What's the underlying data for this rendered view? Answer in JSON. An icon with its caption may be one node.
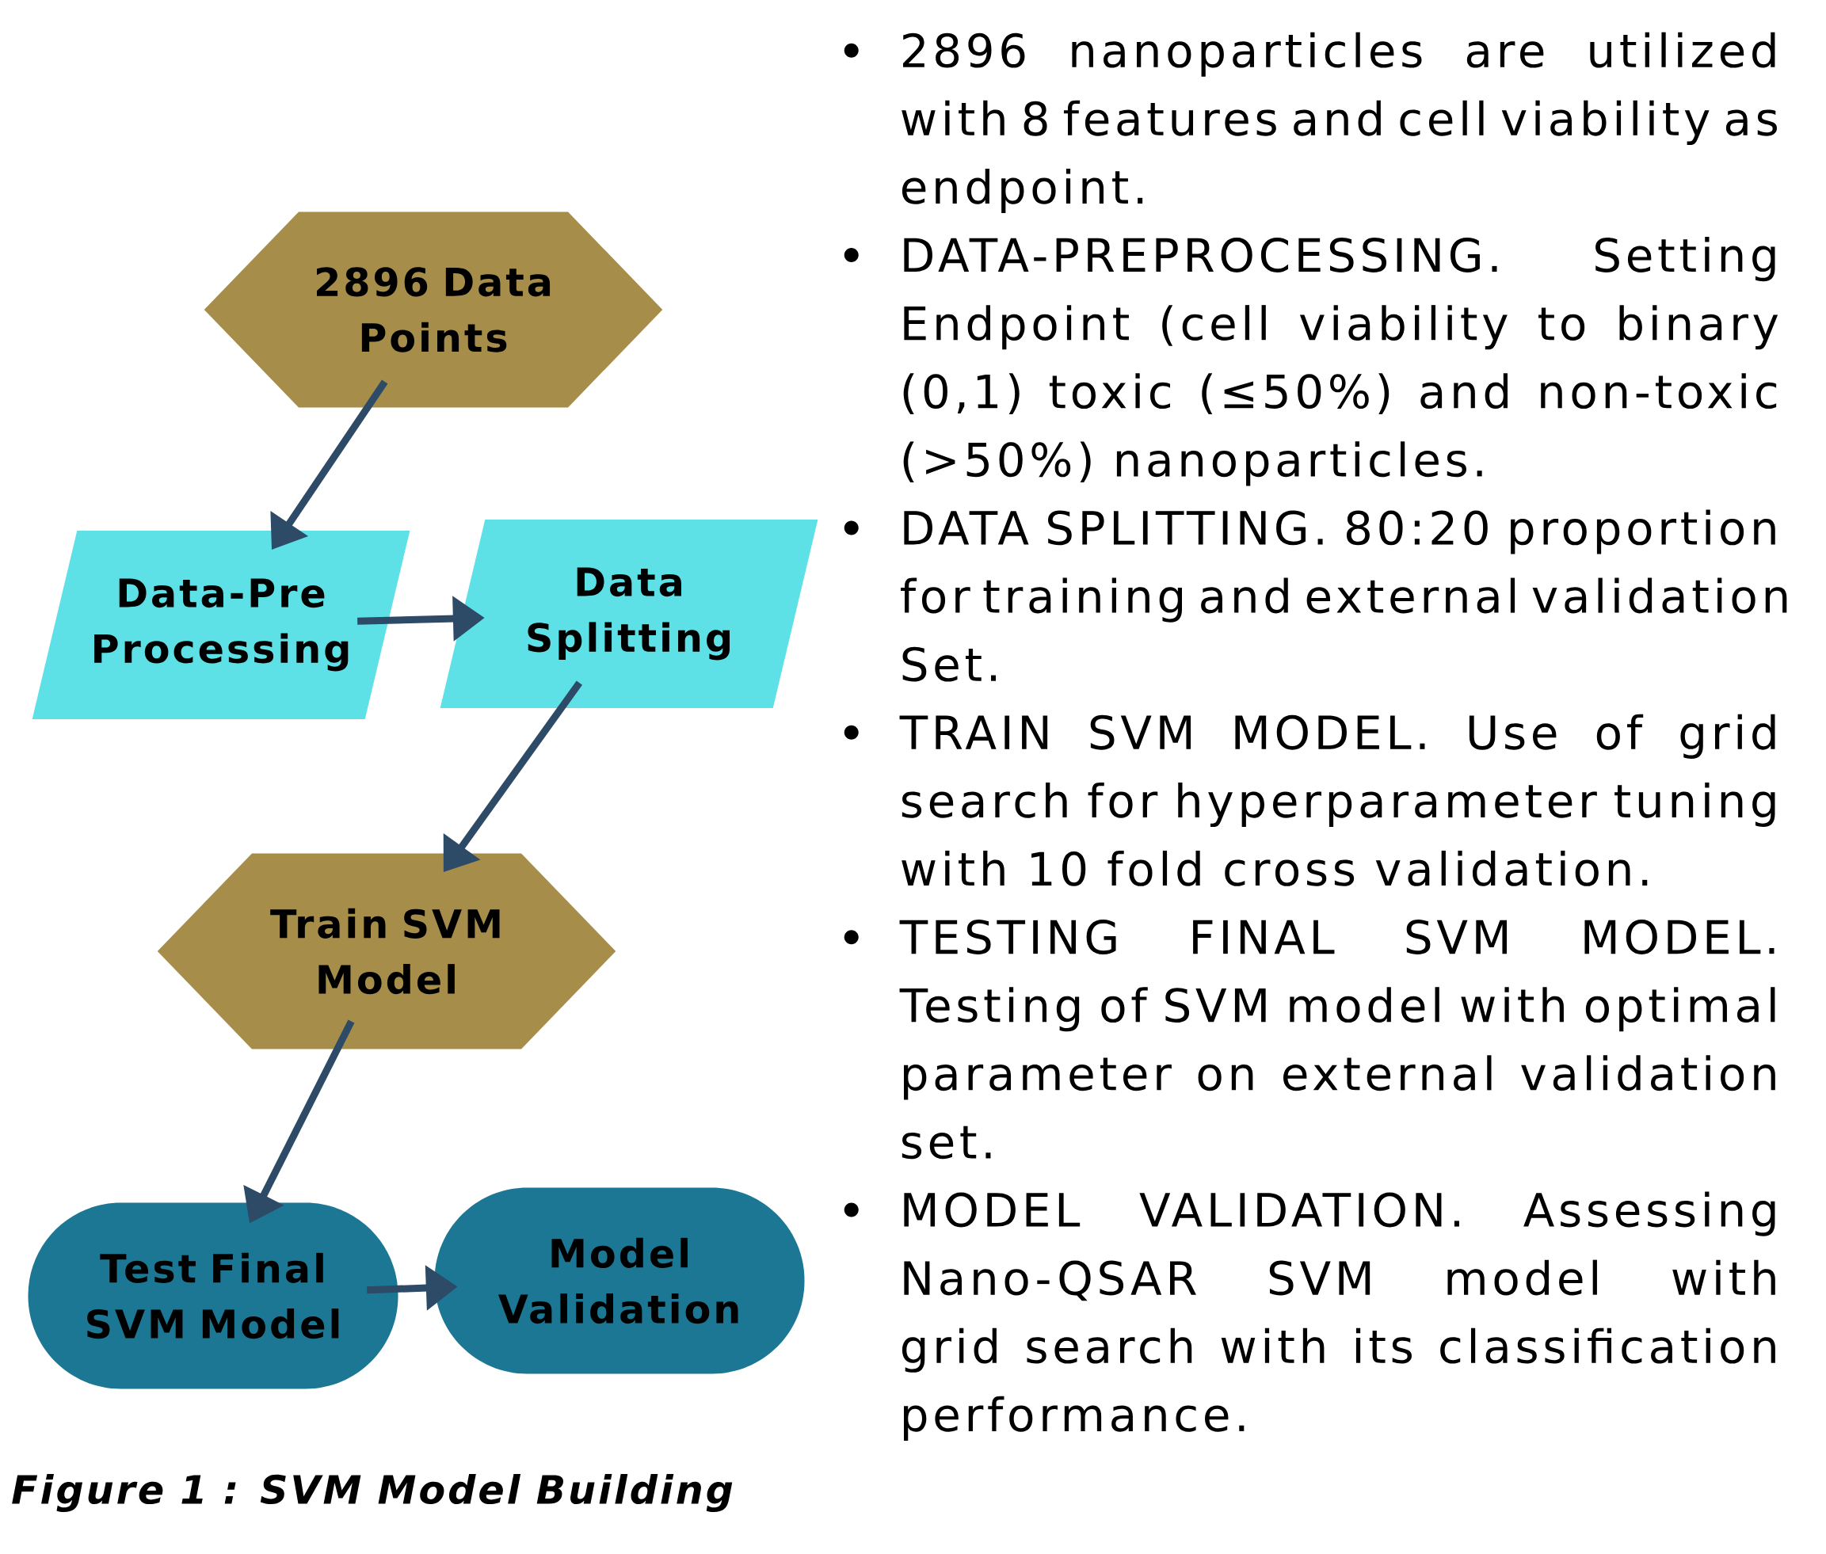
{
  "diagram": {
    "caption": "Figure 1 : SVM Model Building",
    "nodes": [
      {
        "text": [
          "2896 Data Points"
        ]
      },
      {
        "text": [
          "Data-Pre Processing"
        ]
      },
      {
        "text": [
          "Data Splitting"
        ]
      },
      {
        "text": [
          "Train SVM Model"
        ]
      },
      {
        "text": [
          "Test Final SVM Model"
        ]
      },
      {
        "text": [
          "Model Validation"
        ]
      }
    ],
    "edges": [
      {
        "from": 0,
        "to": 1,
        "arrow": "to"
      },
      {
        "from": 1,
        "to": 2,
        "arrow": "to"
      },
      {
        "from": 2,
        "to": 3,
        "arrow": "to"
      },
      {
        "from": 3,
        "to": 4,
        "arrow": "to"
      },
      {
        "from": 4,
        "to": 5,
        "arrow": "to"
      }
    ],
    "labels": [
      "2896 nanoparticles are utilized with 8 features and cell viability as endpoint.",
      "DATA-PREPROCESSING. Setting Endpoint (cell viability to binary (0,1) toxic (≤50%) and non-toxic (>50%) nanoparticles.",
      "DATA SPLITTING. 80:20 proportion for training and external validation Set.",
      "TRAIN SVM MODEL. Use of grid search for hyperparameter tuning with 10 fold cross validation.",
      "TESTING FINAL SVM MODEL. Testing of SVM model with optimal parameter on external validation set.",
      "MODEL VALIDATION. Assessing Nano-QSAR SVM model with grid search with its classification performance."
    ]
  }
}
